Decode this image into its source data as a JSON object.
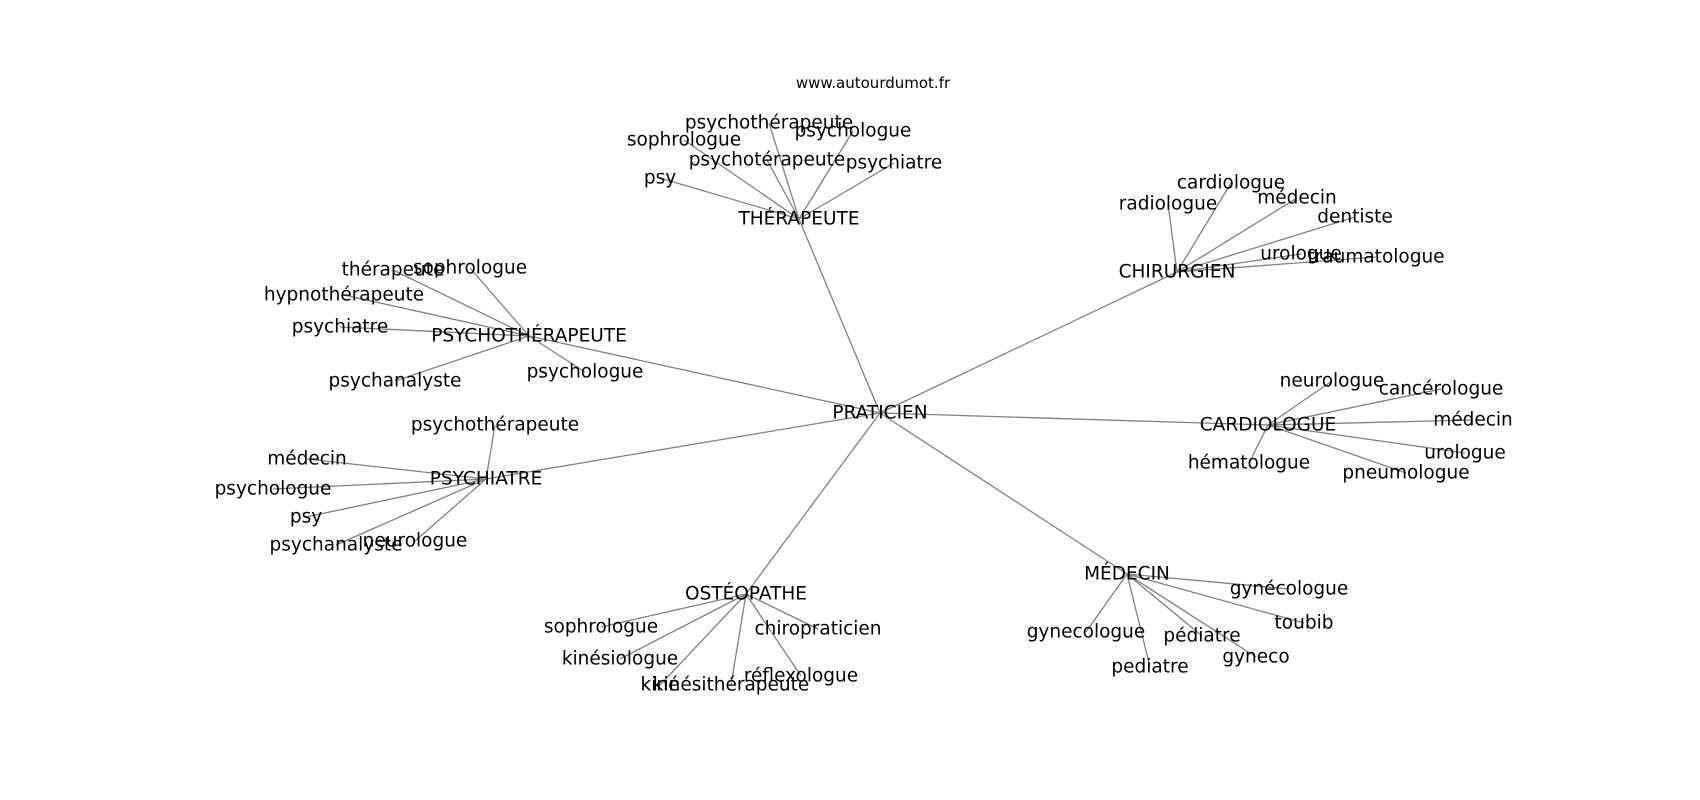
{
  "credit": "www.autourdumot.fr",
  "center": {
    "id": "center",
    "label": "PRATICIEN"
  },
  "hubs": [
    {
      "id": "therapeute",
      "label": "THÉRAPEUTE",
      "children": [
        {
          "id": "therapeute-psychotherapeute",
          "label": "psychothérapeute"
        },
        {
          "id": "therapeute-sophrologue",
          "label": "sophrologue"
        },
        {
          "id": "therapeute-psychologue",
          "label": "psychologue"
        },
        {
          "id": "therapeute-psychoterapeute",
          "label": "psychotérapeute"
        },
        {
          "id": "therapeute-psychiatre",
          "label": "psychiatre"
        },
        {
          "id": "therapeute-psy",
          "label": "psy"
        }
      ]
    },
    {
      "id": "chirurgien",
      "label": "CHIRURGIEN",
      "children": [
        {
          "id": "chirurgien-cardiologue",
          "label": "cardiologue"
        },
        {
          "id": "chirurgien-radiologue",
          "label": "radiologue"
        },
        {
          "id": "chirurgien-medecin",
          "label": "médecin"
        },
        {
          "id": "chirurgien-dentiste",
          "label": "dentiste"
        },
        {
          "id": "chirurgien-urologue",
          "label": "urologue"
        },
        {
          "id": "chirurgien-traumatologue",
          "label": "traumatologue"
        }
      ]
    },
    {
      "id": "psychotherapeute",
      "label": "PSYCHOTHÉRAPEUTE",
      "children": [
        {
          "id": "psychotherapeute-therapeute",
          "label": "thérapeute"
        },
        {
          "id": "psychotherapeute-sophrologue",
          "label": "sophrologue"
        },
        {
          "id": "psychotherapeute-hypnotherapeute",
          "label": "hypnothérapeute"
        },
        {
          "id": "psychotherapeute-psychiatre",
          "label": "psychiatre"
        },
        {
          "id": "psychotherapeute-psychanalyste",
          "label": "psychanalyste"
        },
        {
          "id": "psychotherapeute-psychologue",
          "label": "psychologue"
        }
      ]
    },
    {
      "id": "cardiologue",
      "label": "CARDIOLOGUE",
      "children": [
        {
          "id": "cardiologue-neurologue",
          "label": "neurologue"
        },
        {
          "id": "cardiologue-cancerologue",
          "label": "cancérologue"
        },
        {
          "id": "cardiologue-medecin",
          "label": "médecin"
        },
        {
          "id": "cardiologue-urologue",
          "label": "urologue"
        },
        {
          "id": "cardiologue-hematologue",
          "label": "hématologue"
        },
        {
          "id": "cardiologue-pneumologue",
          "label": "pneumologue"
        }
      ]
    },
    {
      "id": "psychiatre",
      "label": "PSYCHIATRE",
      "children": [
        {
          "id": "psychiatre-psychotherapeute",
          "label": "psychothérapeute"
        },
        {
          "id": "psychiatre-medecin",
          "label": "médecin"
        },
        {
          "id": "psychiatre-psychologue",
          "label": "psychologue"
        },
        {
          "id": "psychiatre-psy",
          "label": "psy"
        },
        {
          "id": "psychiatre-psychanalyste",
          "label": "psychanalyste"
        },
        {
          "id": "psychiatre-neurologue",
          "label": "neurologue"
        }
      ]
    },
    {
      "id": "medecin",
      "label": "MÉDECIN",
      "children": [
        {
          "id": "medecin-gynecologue-accent",
          "label": "gynécologue"
        },
        {
          "id": "medecin-toubib",
          "label": "toubib"
        },
        {
          "id": "medecin-gynecologue",
          "label": "gynecologue"
        },
        {
          "id": "medecin-pediatre-accent",
          "label": "pédiatre"
        },
        {
          "id": "medecin-gyneco",
          "label": "gyneco"
        },
        {
          "id": "medecin-pediatre",
          "label": "pediatre"
        }
      ]
    },
    {
      "id": "osteopathe",
      "label": "OSTÉOPATHE",
      "children": [
        {
          "id": "osteopathe-sophrologue",
          "label": "sophrologue"
        },
        {
          "id": "osteopathe-chiropraticien",
          "label": "chiropraticien"
        },
        {
          "id": "osteopathe-kinesiologue",
          "label": "kinésiologue"
        },
        {
          "id": "osteopathe-reflexologue",
          "label": "réflexologue"
        },
        {
          "id": "osteopathe-kine",
          "label": "kiné"
        },
        {
          "id": "osteopathe-kinesitherapeute",
          "label": "kinésithérapeute"
        }
      ]
    }
  ]
}
